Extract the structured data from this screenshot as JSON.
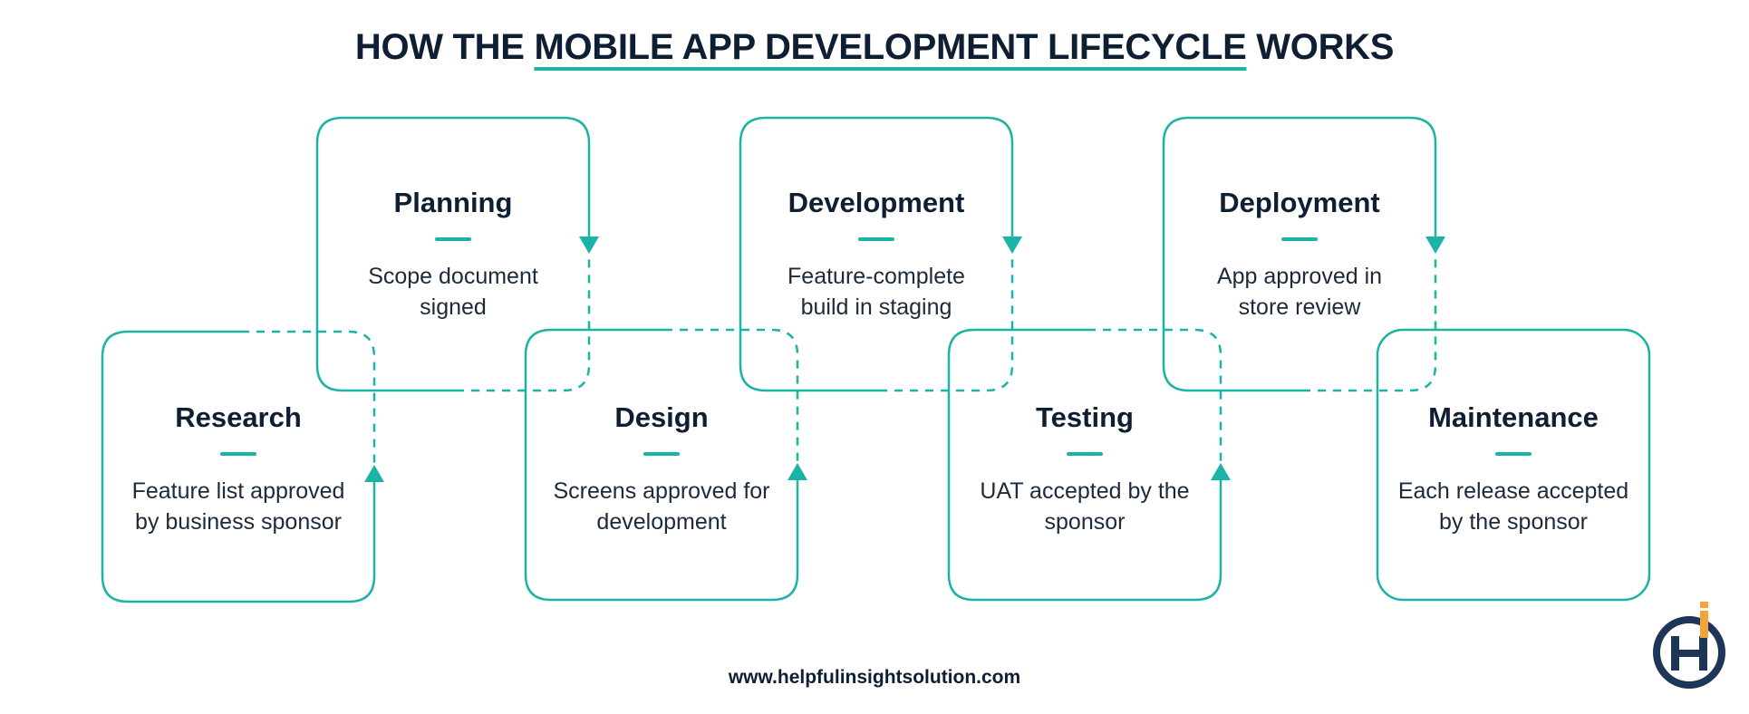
{
  "header": {
    "title_before": "HOW THE ",
    "title_highlight": "MOBILE APP DEVELOPMENT LIFECYCLE",
    "title_after": " WORKS"
  },
  "stages": [
    {
      "name": "Research",
      "description": "Feature list approved\nby business sponsor"
    },
    {
      "name": "Planning",
      "description": "Scope document\nsigned"
    },
    {
      "name": "Design",
      "description": "Screens approved for\ndevelopment"
    },
    {
      "name": "Development",
      "description": "Feature-complete\nbuild in staging"
    },
    {
      "name": "Testing",
      "description": "UAT accepted by the\nsponsor"
    },
    {
      "name": "Deployment",
      "description": "App approved in\nstore review"
    },
    {
      "name": "Maintenance",
      "description": "Each release accepted\nby the sponsor"
    }
  ],
  "footer": {
    "url": "www.helpfulinsightsolution.com"
  },
  "colors": {
    "accent": "#1ab3a6",
    "text": "#0f1f33",
    "logo_navy": "#1f3557",
    "logo_orange": "#f2a33a"
  },
  "logo": {
    "icon": "hi-logo-icon"
  }
}
